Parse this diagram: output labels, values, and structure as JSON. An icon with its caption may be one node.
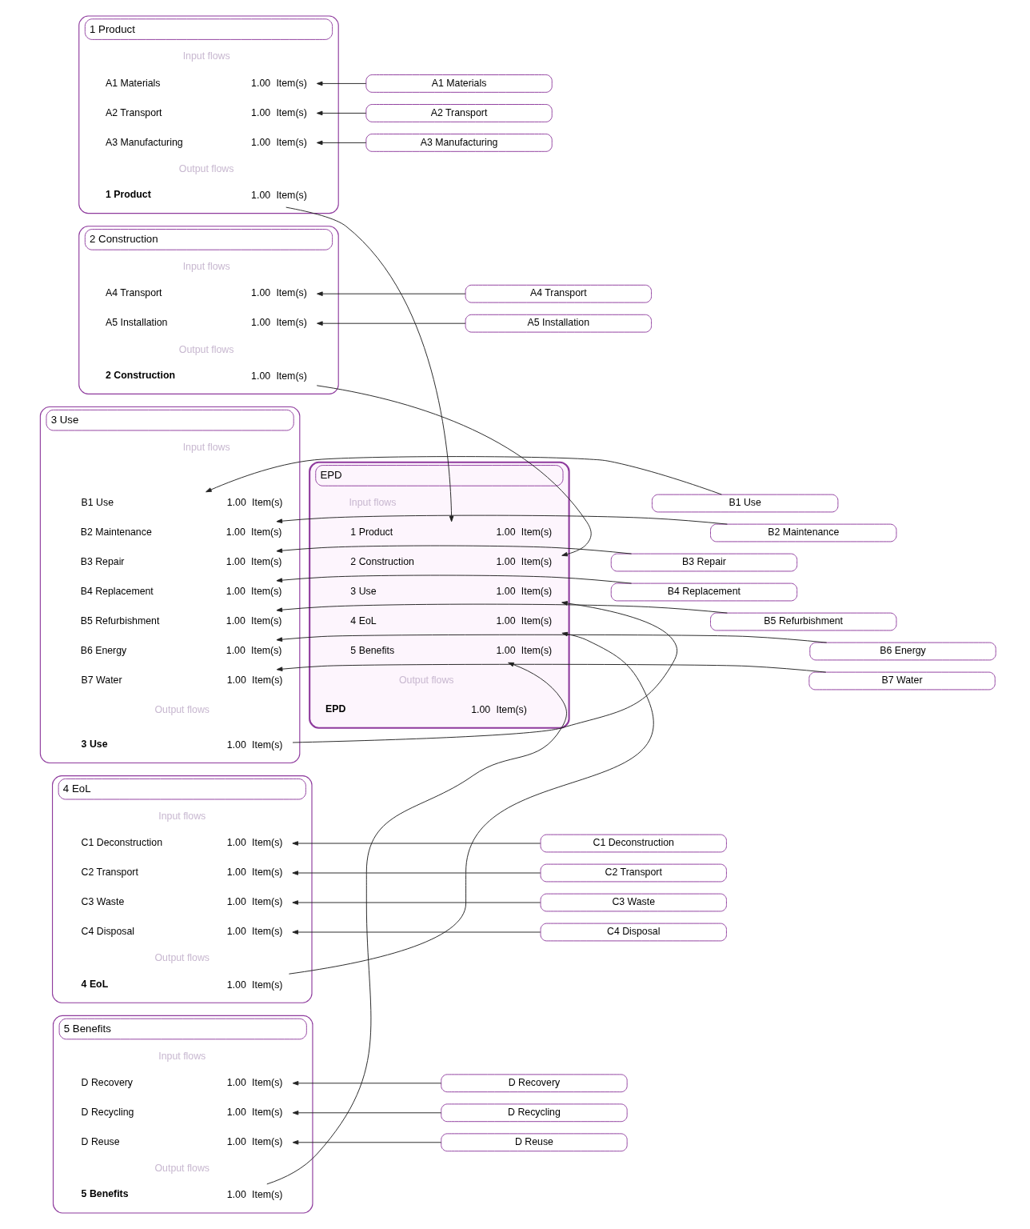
{
  "diagram": {
    "nodes": [
      {
        "text": [
          "1 Product",
          "Input flows",
          "Output flows"
        ]
      },
      {
        "text": [
          "A1 Materials",
          "1.00",
          "Item(s)"
        ],
        "in": 0
      },
      {
        "text": [
          "A2 Transport",
          "1.00",
          "Item(s)"
        ],
        "in": 0
      },
      {
        "text": [
          "A3 Manufacturing",
          "1.00",
          "Item(s)"
        ],
        "in": 0
      },
      {
        "text": [
          "1 Product",
          "1.00",
          "Item(s)"
        ],
        "in": 0
      },
      {
        "text": [
          "2 Construction",
          "Input flows",
          "Output flows"
        ]
      },
      {
        "text": [
          "A4 Transport",
          "1.00",
          "Item(s)"
        ],
        "in": 5
      },
      {
        "text": [
          "A5 Installation",
          "1.00",
          "Item(s)"
        ],
        "in": 5
      },
      {
        "text": [
          "2 Construction",
          "1.00",
          "Item(s)"
        ],
        "in": 5
      },
      {
        "text": [
          "3 Use",
          "Input flows",
          "Output flows"
        ]
      },
      {
        "text": [
          "B1 Use",
          "1.00",
          "Item(s)"
        ],
        "in": 9
      },
      {
        "text": [
          "B2 Maintenance",
          "1.00",
          "Item(s)"
        ],
        "in": 9
      },
      {
        "text": [
          "B3 Repair",
          "1.00",
          "Item(s)"
        ],
        "in": 9
      },
      {
        "text": [
          "B4 Replacement",
          "1.00",
          "Item(s)"
        ],
        "in": 9
      },
      {
        "text": [
          "B5 Refurbishment",
          "1.00",
          "Item(s)"
        ],
        "in": 9
      },
      {
        "text": [
          "B6 Energy",
          "1.00",
          "Item(s)"
        ],
        "in": 9
      },
      {
        "text": [
          "B7 Water",
          "1.00",
          "Item(s)"
        ],
        "in": 9
      },
      {
        "text": [
          "3 Use",
          "1.00",
          "Item(s)"
        ],
        "in": 9
      },
      {
        "text": [
          "4 EoL",
          "Input flows",
          "Output flows"
        ]
      },
      {
        "text": [
          "C1 Deconstruction",
          "1.00",
          "Item(s)"
        ],
        "in": 18
      },
      {
        "text": [
          "C2 Transport",
          "1.00",
          "Item(s)"
        ],
        "in": 18
      },
      {
        "text": [
          "C3 Waste",
          "1.00",
          "Item(s)"
        ],
        "in": 18
      },
      {
        "text": [
          "C4 Disposal",
          "1.00",
          "Item(s)"
        ],
        "in": 18
      },
      {
        "text": [
          "4 EoL",
          "1.00",
          "Item(s)"
        ],
        "in": 18
      },
      {
        "text": [
          "5 Benefits",
          "Input flows",
          "Output flows"
        ]
      },
      {
        "text": [
          "D Recovery",
          "1.00",
          "Item(s)"
        ],
        "in": 24
      },
      {
        "text": [
          "D Recycling",
          "1.00",
          "Item(s)"
        ],
        "in": 24
      },
      {
        "text": [
          "D Reuse",
          "1.00",
          "Item(s)"
        ],
        "in": 24
      },
      {
        "text": [
          "5 Benefits",
          "1.00",
          "Item(s)"
        ],
        "in": 24
      },
      {
        "text": [
          "EPD",
          "Input flows",
          "Output flows"
        ]
      },
      {
        "text": [
          "1 Product",
          "1.00",
          "Item(s)"
        ],
        "in": 29
      },
      {
        "text": [
          "2 Construction",
          "1.00",
          "Item(s)"
        ],
        "in": 29
      },
      {
        "text": [
          "3 Use",
          "1.00",
          "Item(s)"
        ],
        "in": 29
      },
      {
        "text": [
          "4 EoL",
          "1.00",
          "Item(s)"
        ],
        "in": 29
      },
      {
        "text": [
          "5 Benefits",
          "1.00",
          "Item(s)"
        ],
        "in": 29
      },
      {
        "text": [
          "EPD",
          "1.00",
          "Item(s)"
        ],
        "in": 29
      },
      {
        "text": [
          "A1 Materials"
        ]
      },
      {
        "text": [
          "A2 Transport"
        ]
      },
      {
        "text": [
          "A3 Manufacturing"
        ]
      },
      {
        "text": [
          "A4 Transport"
        ]
      },
      {
        "text": [
          "A5 Installation"
        ]
      },
      {
        "text": [
          "B1 Use"
        ]
      },
      {
        "text": [
          "B2 Maintenance"
        ]
      },
      {
        "text": [
          "B3 Repair"
        ]
      },
      {
        "text": [
          "B4 Replacement"
        ]
      },
      {
        "text": [
          "B5 Refurbishment"
        ]
      },
      {
        "text": [
          "B6 Energy"
        ]
      },
      {
        "text": [
          "B7 Water"
        ]
      },
      {
        "text": [
          "C1 Deconstruction"
        ]
      },
      {
        "text": [
          "C2 Transport"
        ]
      },
      {
        "text": [
          "C3 Waste"
        ]
      },
      {
        "text": [
          "C4 Disposal"
        ]
      },
      {
        "text": [
          "D Recovery"
        ]
      },
      {
        "text": [
          "D Recycling"
        ]
      },
      {
        "text": [
          "D Reuse"
        ]
      }
    ],
    "edges": [
      {
        "from": 36,
        "to": 1,
        "arrow": "to"
      },
      {
        "from": 37,
        "to": 2,
        "arrow": "to"
      },
      {
        "from": 38,
        "to": 3,
        "arrow": "to"
      },
      {
        "from": 39,
        "to": 6,
        "arrow": "to"
      },
      {
        "from": 40,
        "to": 7,
        "arrow": "to"
      },
      {
        "from": 41,
        "to": 10,
        "arrow": "to"
      },
      {
        "from": 42,
        "to": 11,
        "arrow": "to"
      },
      {
        "from": 43,
        "to": 12,
        "arrow": "to"
      },
      {
        "from": 44,
        "to": 13,
        "arrow": "to"
      },
      {
        "from": 45,
        "to": 14,
        "arrow": "to"
      },
      {
        "from": 46,
        "to": 15,
        "arrow": "to"
      },
      {
        "from": 47,
        "to": 16,
        "arrow": "to"
      },
      {
        "from": 48,
        "to": 19,
        "arrow": "to"
      },
      {
        "from": 49,
        "to": 20,
        "arrow": "to"
      },
      {
        "from": 50,
        "to": 21,
        "arrow": "to"
      },
      {
        "from": 51,
        "to": 22,
        "arrow": "to"
      },
      {
        "from": 52,
        "to": 25,
        "arrow": "to"
      },
      {
        "from": 53,
        "to": 26,
        "arrow": "to"
      },
      {
        "from": 54,
        "to": 27,
        "arrow": "to"
      },
      {
        "from": 4,
        "to": 30,
        "arrow": "to"
      },
      {
        "from": 8,
        "to": 31,
        "arrow": "to"
      },
      {
        "from": 17,
        "to": 32,
        "arrow": "to"
      },
      {
        "from": 23,
        "to": 33,
        "arrow": "to"
      },
      {
        "from": 28,
        "to": 34,
        "arrow": "to"
      }
    ]
  }
}
